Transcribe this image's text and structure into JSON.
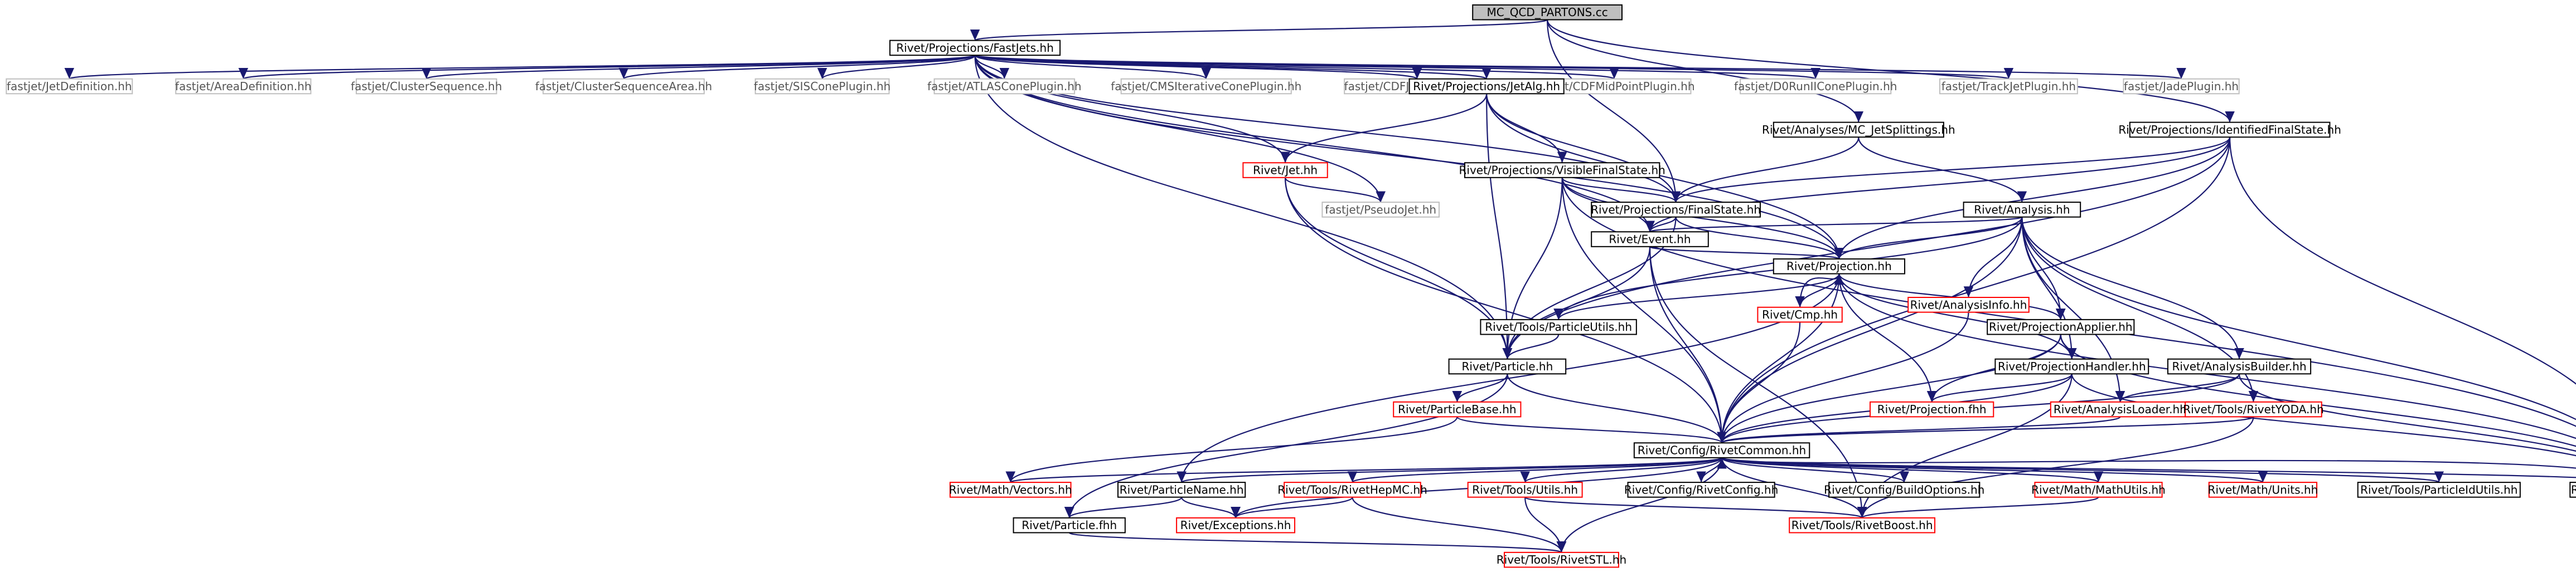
{
  "title": "",
  "colors": {
    "edge": "#191970",
    "border_black": "#000000",
    "border_red": "#ff0000",
    "border_grey": "#bfbfbf",
    "root_fill": "#bfbfbf",
    "text_black": "#000000",
    "text_grey": "#555555"
  },
  "nodes": [
    {
      "id": "root",
      "label": "MC_QCD_PARTONS.cc",
      "style": "root"
    },
    {
      "id": "fastjets",
      "label": "Rivet/Projections/FastJets.hh",
      "style": "black"
    },
    {
      "id": "fj_jetdef",
      "label": "fastjet/JetDefinition.hh",
      "style": "grey"
    },
    {
      "id": "fj_areadef",
      "label": "fastjet/AreaDefinition.hh",
      "style": "grey"
    },
    {
      "id": "fj_clusseq",
      "label": "fastjet/ClusterSequence.hh",
      "style": "grey"
    },
    {
      "id": "fj_clusseqarea",
      "label": "fastjet/ClusterSequenceArea.hh",
      "style": "grey"
    },
    {
      "id": "fj_siscone",
      "label": "fastjet/SISConePlugin.hh",
      "style": "grey"
    },
    {
      "id": "fj_atlascone",
      "label": "fastjet/ATLASConePlugin.hh",
      "style": "grey"
    },
    {
      "id": "fj_cmsit",
      "label": "fastjet/CMSIterativeConePlugin.hh",
      "style": "grey"
    },
    {
      "id": "fj_cdfjetclu",
      "label": "fastjet/CDFJetCluPlugin.hh",
      "style": "grey"
    },
    {
      "id": "fj_cdfmidpoint",
      "label": "fastjet/CDFMidPointPlugin.hh",
      "style": "grey"
    },
    {
      "id": "fj_d0run2",
      "label": "fastjet/D0RunIIConePlugin.hh",
      "style": "grey"
    },
    {
      "id": "fj_trackjet",
      "label": "fastjet/TrackJetPlugin.hh",
      "style": "grey"
    },
    {
      "id": "fj_jade",
      "label": "fastjet/JadePlugin.hh",
      "style": "grey"
    },
    {
      "id": "jetalg",
      "label": "Rivet/Projections/JetAlg.hh",
      "style": "black"
    },
    {
      "id": "mcjs",
      "label": "Rivet/Analyses/MC_JetSplittings.hh",
      "style": "black"
    },
    {
      "id": "idfs",
      "label": "Rivet/Projections/IdentifiedFinalState.hh",
      "style": "black"
    },
    {
      "id": "jet",
      "label": "Rivet/Jet.hh",
      "style": "red"
    },
    {
      "id": "vfs",
      "label": "Rivet/Projections/VisibleFinalState.hh",
      "style": "black"
    },
    {
      "id": "pseudojet",
      "label": "fastjet/PseudoJet.hh",
      "style": "grey"
    },
    {
      "id": "finalstate",
      "label": "Rivet/Projections/FinalState.hh",
      "style": "black"
    },
    {
      "id": "analysis",
      "label": "Rivet/Analysis.hh",
      "style": "black"
    },
    {
      "id": "event",
      "label": "Rivet/Event.hh",
      "style": "black"
    },
    {
      "id": "projection",
      "label": "Rivet/Projection.hh",
      "style": "black"
    },
    {
      "id": "analysisinfo",
      "label": "Rivet/AnalysisInfo.hh",
      "style": "red"
    },
    {
      "id": "cmp",
      "label": "Rivet/Cmp.hh",
      "style": "red"
    },
    {
      "id": "particleutils",
      "label": "Rivet/Tools/ParticleUtils.hh",
      "style": "black"
    },
    {
      "id": "projapplier",
      "label": "Rivet/ProjectionApplier.hh",
      "style": "black"
    },
    {
      "id": "particle",
      "label": "Rivet/Particle.hh",
      "style": "black"
    },
    {
      "id": "projhandler",
      "label": "Rivet/ProjectionHandler.hh",
      "style": "black"
    },
    {
      "id": "analysisbuilder",
      "label": "Rivet/AnalysisBuilder.hh",
      "style": "black"
    },
    {
      "id": "particlebase",
      "label": "Rivet/ParticleBase.hh",
      "style": "red"
    },
    {
      "id": "projectionfhh",
      "label": "Rivet/Projection.fhh",
      "style": "red"
    },
    {
      "id": "analysisloader",
      "label": "Rivet/AnalysisLoader.hh",
      "style": "red"
    },
    {
      "id": "rivetyoda",
      "label": "Rivet/Tools/RivetYODA.hh",
      "style": "red"
    },
    {
      "id": "rivetcommon",
      "label": "Rivet/Config/RivetCommon.hh",
      "style": "black"
    },
    {
      "id": "vectors",
      "label": "Rivet/Math/Vectors.hh",
      "style": "red"
    },
    {
      "id": "particlename",
      "label": "Rivet/ParticleName.hh",
      "style": "black"
    },
    {
      "id": "rivethepmc",
      "label": "Rivet/Tools/RivetHepMC.hh",
      "style": "red"
    },
    {
      "id": "toolsutils",
      "label": "Rivet/Tools/Utils.hh",
      "style": "red"
    },
    {
      "id": "rivetconfig",
      "label": "Rivet/Config/RivetConfig.hh",
      "style": "black"
    },
    {
      "id": "buildoptions",
      "label": "Rivet/Config/BuildOptions.hh",
      "style": "black"
    },
    {
      "id": "mathutils",
      "label": "Rivet/Math/MathUtils.hh",
      "style": "red"
    },
    {
      "id": "units",
      "label": "Rivet/Math/Units.hh",
      "style": "red"
    },
    {
      "id": "particleidutils",
      "label": "Rivet/Tools/ParticleIdUtils.hh",
      "style": "black"
    },
    {
      "id": "logging",
      "label": "Rivet/Tools/Logging.hh",
      "style": "black"
    },
    {
      "id": "exceptions",
      "label": "Rivet/Exceptions.hh",
      "style": "red"
    },
    {
      "id": "rivetboost",
      "label": "Rivet/Tools/RivetBoost.hh",
      "style": "red"
    },
    {
      "id": "particlefhh",
      "label": "Rivet/Particle.fhh",
      "style": "black"
    },
    {
      "id": "rivetstl",
      "label": "Rivet/Tools/RivetSTL.hh",
      "style": "red"
    }
  ],
  "edges": [
    [
      "root",
      "fastjets"
    ],
    [
      "root",
      "finalstate"
    ],
    [
      "root",
      "mcjs"
    ],
    [
      "root",
      "idfs"
    ],
    [
      "fastjets",
      "fj_jetdef"
    ],
    [
      "fastjets",
      "fj_areadef"
    ],
    [
      "fastjets",
      "fj_clusseq"
    ],
    [
      "fastjets",
      "fj_clusseqarea"
    ],
    [
      "fastjets",
      "fj_siscone"
    ],
    [
      "fastjets",
      "fj_atlascone"
    ],
    [
      "fastjets",
      "fj_cmsit"
    ],
    [
      "fastjets",
      "fj_cdfjetclu"
    ],
    [
      "fastjets",
      "fj_cdfmidpoint"
    ],
    [
      "fastjets",
      "fj_d0run2"
    ],
    [
      "fastjets",
      "fj_trackjet"
    ],
    [
      "fastjets",
      "fj_jade"
    ],
    [
      "fastjets",
      "jetalg"
    ],
    [
      "fastjets",
      "jet"
    ],
    [
      "fastjets",
      "pseudojet"
    ],
    [
      "fastjets",
      "finalstate"
    ],
    [
      "fastjets",
      "particle"
    ],
    [
      "fastjets",
      "projection"
    ],
    [
      "fastjets",
      "event"
    ],
    [
      "jetalg",
      "jet"
    ],
    [
      "jetalg",
      "vfs"
    ],
    [
      "jetalg",
      "finalstate"
    ],
    [
      "jetalg",
      "particle"
    ],
    [
      "jetalg",
      "projection"
    ],
    [
      "jet",
      "pseudojet"
    ],
    [
      "jet",
      "particle"
    ],
    [
      "jet",
      "rivetcommon"
    ],
    [
      "mcjs",
      "finalstate"
    ],
    [
      "mcjs",
      "analysis"
    ],
    [
      "idfs",
      "finalstate"
    ],
    [
      "idfs",
      "event"
    ],
    [
      "idfs",
      "projection"
    ],
    [
      "idfs",
      "particle"
    ],
    [
      "idfs",
      "rivetcommon"
    ],
    [
      "idfs",
      "logging"
    ],
    [
      "vfs",
      "finalstate"
    ],
    [
      "vfs",
      "event"
    ],
    [
      "vfs",
      "projection"
    ],
    [
      "vfs",
      "particle"
    ],
    [
      "vfs",
      "rivetcommon"
    ],
    [
      "vfs",
      "logging"
    ],
    [
      "finalstate",
      "event"
    ],
    [
      "finalstate",
      "projection"
    ],
    [
      "finalstate",
      "particle"
    ],
    [
      "analysis",
      "event"
    ],
    [
      "analysis",
      "projection"
    ],
    [
      "analysis",
      "analysisinfo"
    ],
    [
      "analysis",
      "projapplier"
    ],
    [
      "analysis",
      "projhandler"
    ],
    [
      "analysis",
      "analysisbuilder"
    ],
    [
      "analysis",
      "analysisloader"
    ],
    [
      "analysis",
      "rivetyoda"
    ],
    [
      "analysis",
      "rivetcommon"
    ],
    [
      "analysis",
      "logging"
    ],
    [
      "analysis",
      "particleutils"
    ],
    [
      "event",
      "projection"
    ],
    [
      "event",
      "particle"
    ],
    [
      "event",
      "rivetcommon"
    ],
    [
      "event",
      "rivetboost"
    ],
    [
      "projection",
      "cmp"
    ],
    [
      "projection",
      "projapplier"
    ],
    [
      "projection",
      "projhandler"
    ],
    [
      "projection",
      "projectionfhh"
    ],
    [
      "projection",
      "rivetcommon"
    ],
    [
      "projection",
      "particlename"
    ],
    [
      "projection",
      "logging"
    ],
    [
      "projection",
      "particleutils"
    ],
    [
      "cmp",
      "projection"
    ],
    [
      "cmp",
      "rivetcommon"
    ],
    [
      "analysisinfo",
      "rivetcommon"
    ],
    [
      "particleutils",
      "particle"
    ],
    [
      "projapplier",
      "projhandler"
    ],
    [
      "projapplier",
      "projectionfhh"
    ],
    [
      "projapplier",
      "rivetcommon"
    ],
    [
      "projapplier",
      "logging"
    ],
    [
      "particle",
      "particlebase"
    ],
    [
      "particle",
      "particlefhh"
    ],
    [
      "particle",
      "rivetcommon"
    ],
    [
      "projhandler",
      "projectionfhh"
    ],
    [
      "projhandler",
      "rivetcommon"
    ],
    [
      "projhandler",
      "logging"
    ],
    [
      "projhandler",
      "rivetboost"
    ],
    [
      "analysisbuilder",
      "analysisloader"
    ],
    [
      "analysisbuilder",
      "rivetcommon"
    ],
    [
      "analysisbuilder",
      "logging"
    ],
    [
      "particlebase",
      "rivetcommon"
    ],
    [
      "particlebase",
      "vectors"
    ],
    [
      "analysisloader",
      "rivetcommon"
    ],
    [
      "rivetyoda",
      "rivetcommon"
    ],
    [
      "rivetyoda",
      "rivetboost"
    ],
    [
      "rivetcommon",
      "vectors"
    ],
    [
      "rivetcommon",
      "particlename"
    ],
    [
      "rivetcommon",
      "rivethepmc"
    ],
    [
      "rivetcommon",
      "toolsutils"
    ],
    [
      "rivetcommon",
      "rivetconfig"
    ],
    [
      "rivetcommon",
      "buildoptions"
    ],
    [
      "rivetcommon",
      "mathutils"
    ],
    [
      "rivetcommon",
      "units"
    ],
    [
      "rivetcommon",
      "particleidutils"
    ],
    [
      "rivetcommon",
      "logging"
    ],
    [
      "rivetcommon",
      "exceptions"
    ],
    [
      "rivetcommon",
      "rivetboost"
    ],
    [
      "rivetcommon",
      "rivetstl"
    ],
    [
      "particlename",
      "exceptions"
    ],
    [
      "particlename",
      "particlefhh"
    ],
    [
      "rivethepmc",
      "exceptions"
    ],
    [
      "rivethepmc",
      "rivetstl"
    ],
    [
      "toolsutils",
      "rivetstl"
    ],
    [
      "toolsutils",
      "rivetboost"
    ],
    [
      "mathutils",
      "rivetboost"
    ],
    [
      "logging",
      "rivetcommon"
    ],
    [
      "particlefhh",
      "rivetstl"
    ]
  ]
}
